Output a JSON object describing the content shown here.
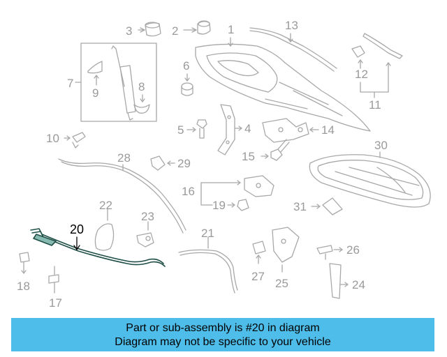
{
  "part_numbers": {
    "p1": "1",
    "p2": "2",
    "p3": "3",
    "p4": "4",
    "p5": "5",
    "p6": "6",
    "p7": "7",
    "p8": "8",
    "p9": "9",
    "p10": "10",
    "p11": "11",
    "p12": "12",
    "p13": "13",
    "p14": "14",
    "p15": "15",
    "p16": "16",
    "p17": "17",
    "p18": "18",
    "p19": "19",
    "p20": "20",
    "p21": "21",
    "p22": "22",
    "p23": "23",
    "p24": "24",
    "p25": "25",
    "p26": "26",
    "p27": "27",
    "p28": "28",
    "p29": "29",
    "p30": "30",
    "p31": "31"
  },
  "highlighted_part": "20",
  "banner": {
    "line1": "Part or sub-assembly is #20 in diagram",
    "line2": "Diagram may not be specific to your vehicle"
  },
  "colors": {
    "banner_bg": "#4ebde9",
    "highlight_part": "#1f4f47",
    "drawing_gray": "#a8a8a8"
  }
}
